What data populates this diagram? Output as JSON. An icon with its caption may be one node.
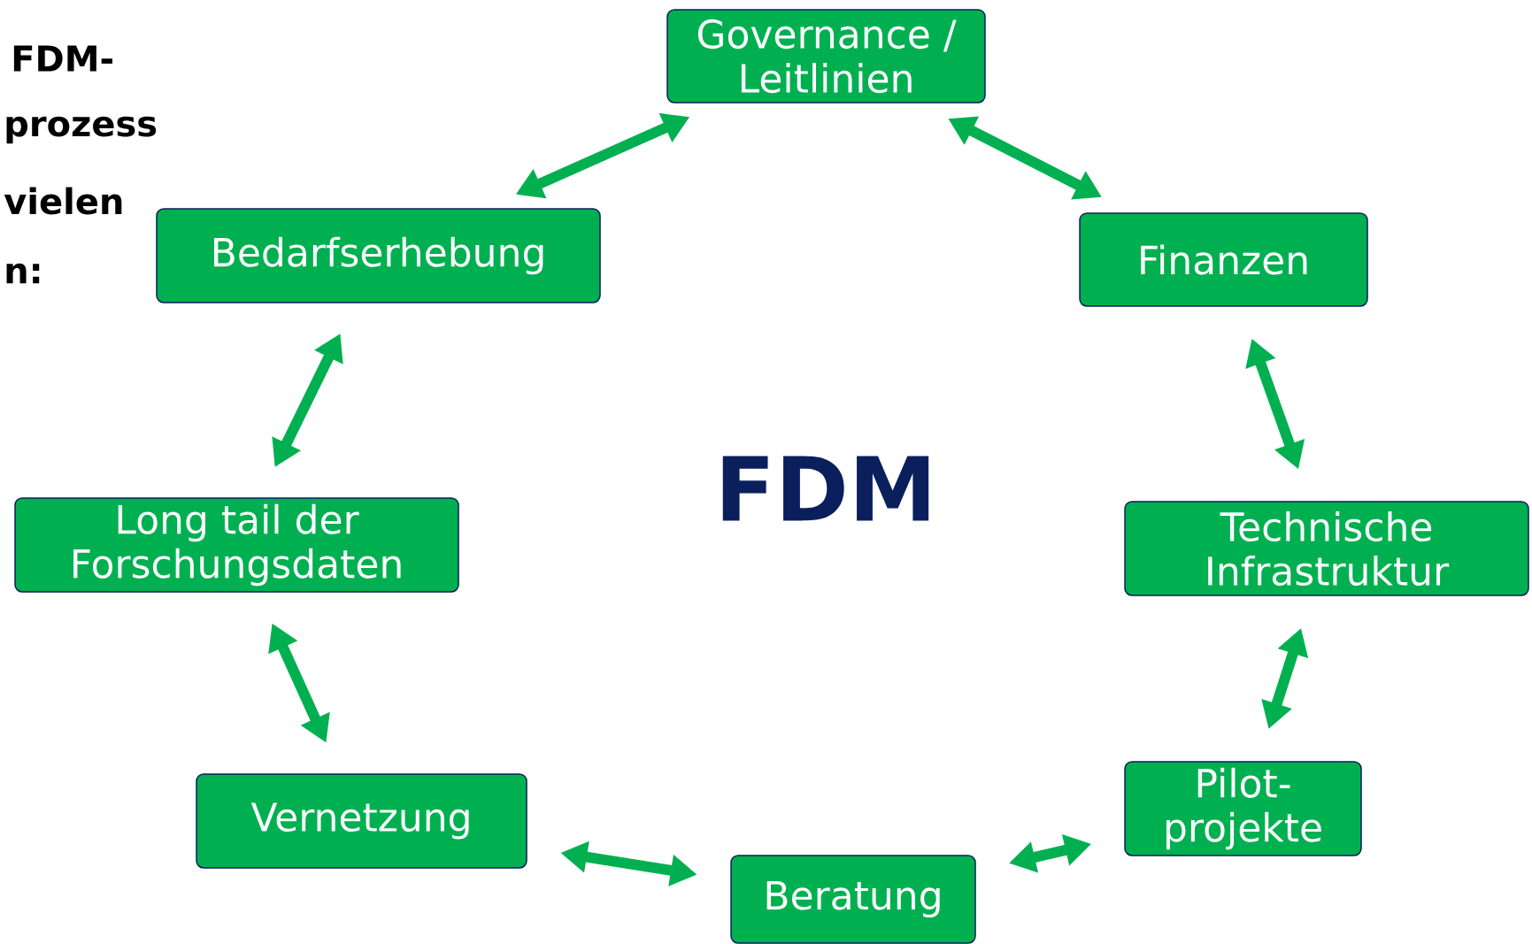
{
  "diagram": {
    "nodes": [
      {
        "text": [
          "Governance / Leitlinien"
        ]
      },
      {
        "text": [
          "Bedarfserhebung"
        ]
      },
      {
        "text": [
          "Finanzen"
        ]
      },
      {
        "text": [
          "Long tail der Forschungsdaten"
        ]
      },
      {
        "text": [
          "Technische Infrastruktur"
        ]
      },
      {
        "text": [
          "Vernetzung"
        ]
      },
      {
        "text": [
          "Pilot- projekte"
        ]
      },
      {
        "text": [
          "Beratung"
        ]
      }
    ],
    "edges": [
      {
        "from": 0,
        "to": 1,
        "arrow": "both"
      },
      {
        "from": 0,
        "to": 2,
        "arrow": "both"
      },
      {
        "from": 1,
        "to": 3,
        "arrow": "both"
      },
      {
        "from": 2,
        "to": 4,
        "arrow": "both"
      },
      {
        "from": 3,
        "to": 5,
        "arrow": "both"
      },
      {
        "from": 4,
        "to": 6,
        "arrow": "both"
      },
      {
        "from": 5,
        "to": 7,
        "arrow": "both"
      },
      {
        "from": 6,
        "to": 7,
        "arrow": "both"
      }
    ],
    "labels": [
      "FDM-",
      "prozess",
      "vielen",
      "n:",
      "FDM"
    ]
  }
}
